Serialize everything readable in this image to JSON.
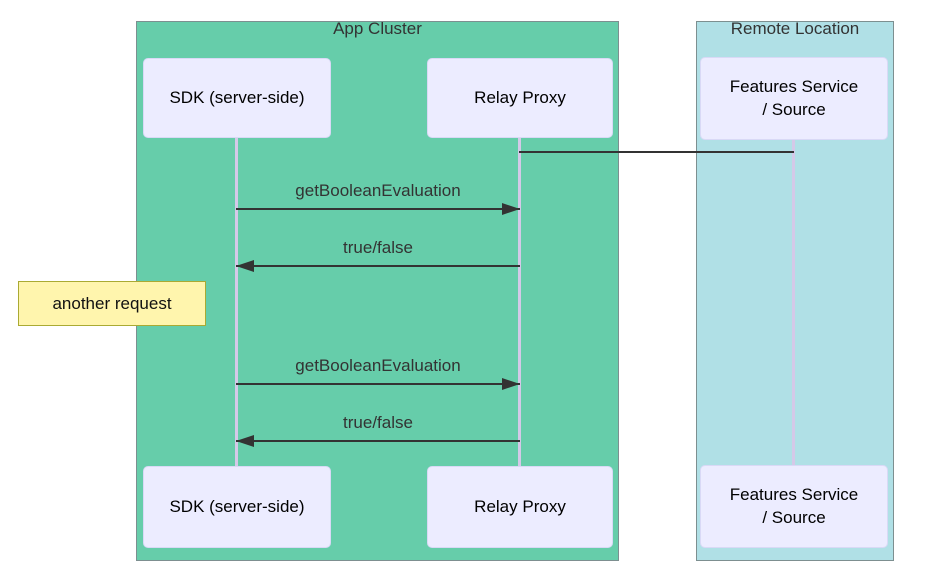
{
  "frames": {
    "app_cluster": {
      "label": "App Cluster"
    },
    "remote_location": {
      "label": "Remote Location"
    }
  },
  "actors": {
    "sdk": {
      "label": "SDK (server-side)"
    },
    "relay_proxy": {
      "label": "Relay Proxy"
    },
    "features_service": {
      "line1": "Features Service",
      "line2": "/ Source"
    }
  },
  "connection_line": {
    "from": "Relay Proxy",
    "to": "Features Service / Source",
    "label": ""
  },
  "messages": [
    {
      "label": "getBooleanEvaluation",
      "direction": "right"
    },
    {
      "label": "true/false",
      "direction": "left"
    },
    {
      "label": "getBooleanEvaluation",
      "direction": "right"
    },
    {
      "label": "true/false",
      "direction": "left"
    }
  ],
  "note": {
    "text": "another request"
  },
  "colors": {
    "app_cluster_fill": "#66cdaa",
    "remote_location_fill": "#b0e0e6",
    "frame_border": "#7d8f90",
    "actor_fill": "#ececff",
    "actor_border": "#d9d9f6",
    "lifeline": "#d4c9e8",
    "message_line": "#333333",
    "note_fill": "#fff5ad",
    "note_border": "#aaaa33",
    "text": "#333333"
  }
}
